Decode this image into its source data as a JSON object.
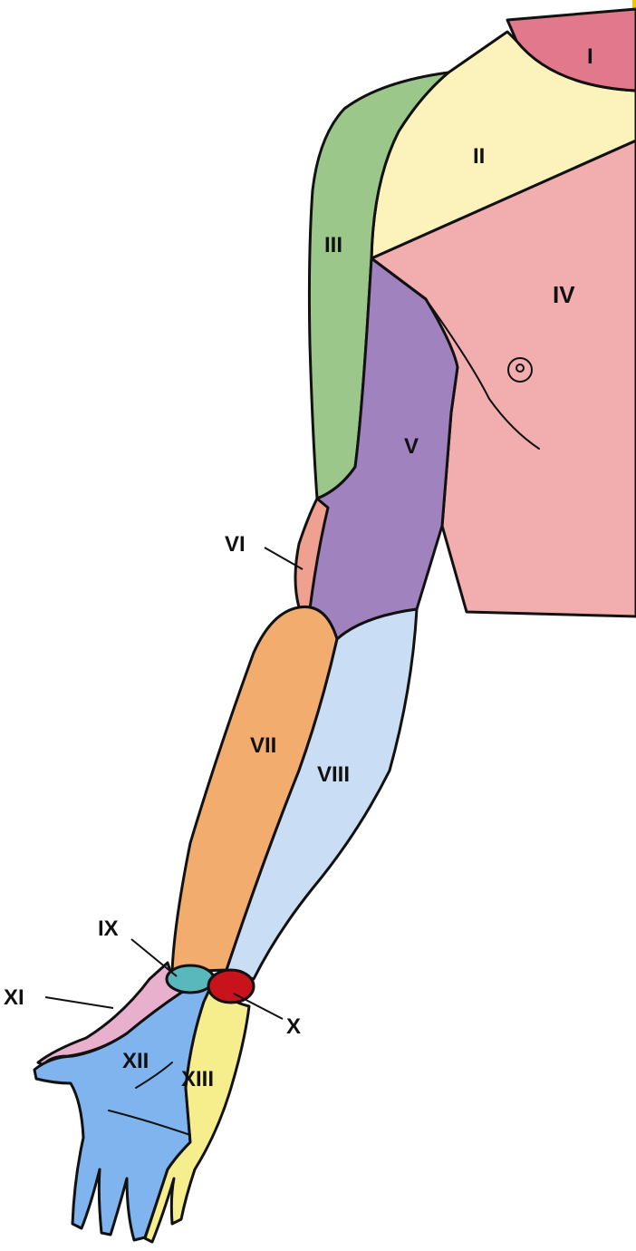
{
  "diagram": {
    "regions": [
      {
        "id": "I",
        "label": "I",
        "color": "#e2788c"
      },
      {
        "id": "II",
        "label": "II",
        "color": "#fbf2bc"
      },
      {
        "id": "III",
        "label": "III",
        "color": "#9cc78b"
      },
      {
        "id": "IV",
        "label": "IV",
        "color": "#f2aeae"
      },
      {
        "id": "V",
        "label": "V",
        "color": "#a082be"
      },
      {
        "id": "VI",
        "label": "VI",
        "color": "#f0a090"
      },
      {
        "id": "VII",
        "label": "VII",
        "color": "#f2ad6e"
      },
      {
        "id": "VIII",
        "label": "VIII",
        "color": "#c9ddf4"
      },
      {
        "id": "IX",
        "label": "IX",
        "color": "#58b8bc"
      },
      {
        "id": "X",
        "label": "X",
        "color": "#c8121c"
      },
      {
        "id": "XI",
        "label": "XI",
        "color": "#e8b0cc"
      },
      {
        "id": "XII",
        "label": "XII",
        "color": "#7fb4ee"
      },
      {
        "id": "XIII",
        "label": "XIII",
        "color": "#f6ee8c"
      }
    ],
    "accent_bar_color": "#f4c400"
  }
}
